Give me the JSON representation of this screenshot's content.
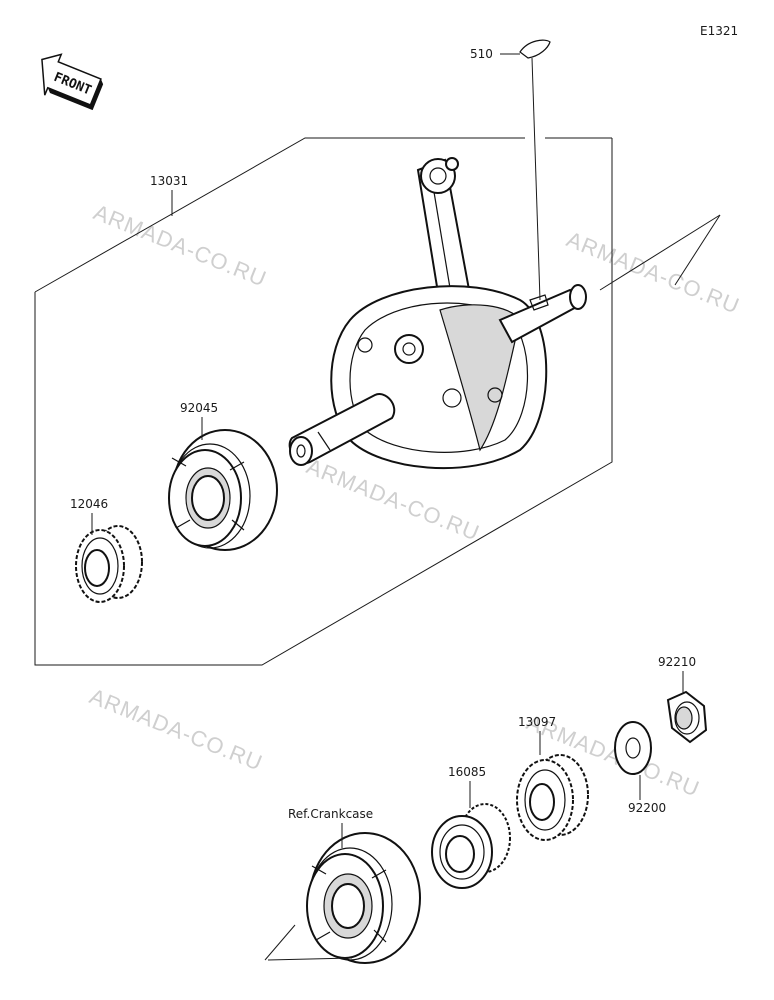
{
  "diagram_code": "E1321",
  "front_label": "FRONT",
  "watermark_text": "ARMADA-CO.RU",
  "parts": {
    "key": "510",
    "crankshaft_assy": "13031",
    "bearing": "92045",
    "crank_gear": "12046",
    "balancer_gear": "16085",
    "balancer_gear_2": "13097",
    "washer": "92200",
    "nut": "92210",
    "ref_crankcase": "Ref.Crankcase"
  }
}
